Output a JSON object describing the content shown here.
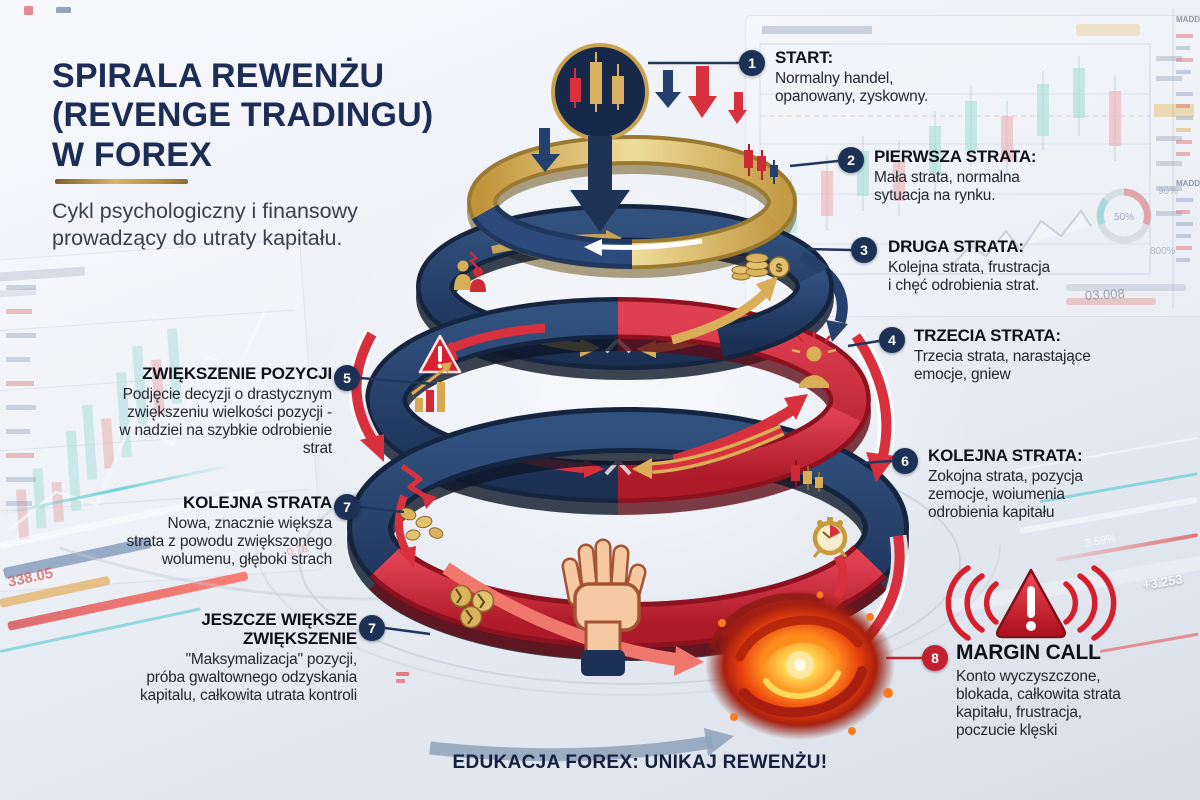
{
  "header": {
    "title": "SPIRALA REWENŻU\n(REVENGE TRADINGU)\nW FOREX",
    "subtitle": "Cykl psychologiczny i finansowy\nprowadzący do utraty kapitału."
  },
  "steps": [
    {
      "num": "1",
      "title": "START:",
      "text": "Normalny handel,\nopanowany, zyskowny."
    },
    {
      "num": "2",
      "title": "PIERWSZA STRATA:",
      "text": "Mała strata, normalna\nsytuacja na rynku."
    },
    {
      "num": "3",
      "title": "DRUGA STRATA:",
      "text": "Kolejna strata, frustracja\ni chęć odrobienia strat."
    },
    {
      "num": "4",
      "title": "TRZECIA STRATA:",
      "text": "Trzecia strata, narastające\nemocje, gniew"
    },
    {
      "num": "5",
      "title": "ZWIĘKSZENIE POZYCJI",
      "text": "Podjęcie decyzji o drastycznym\nzwiększeniu wielkości pozycji -\nw nadziei na szybkie odrobienie\nstrat"
    },
    {
      "num": "6",
      "title": "KOLEJNA STRATA:",
      "text": "Zokojna strata, pozycja\nzemocje, woiumenia\nodrobienia kapitału"
    },
    {
      "num": "7",
      "title": "KOLEJNA STRATA",
      "text": "Nowa, znacznie większa\nstrata z powodu zwiększonego\nwolumenu, głęboki strach"
    },
    {
      "num": "7",
      "title": "JESZCZE WIĘKSZE\nZWIĘKSZENIE",
      "text": "\"Maksymalizacja\" pozycji,\npróba gwaltownego odzyskania\nkapitalu, całkowita utrata kontroli"
    },
    {
      "num": "8",
      "title": "MARGIN CALL",
      "text": "Konto wyczyszczone,\nblokada, całkowita strata\nkapitału, frustracja,\npoczucie klęski"
    }
  ],
  "footer": "EDUKACJA FOREX: UNIKAJ REWENŻU!",
  "background": {
    "price_left": "338.05",
    "price_left_small": "0.78",
    "price_mid": "03.008",
    "pct_right": "3.59%",
    "price_right": "+3.253",
    "gauge_value": "50%",
    "gauge_top": "90%",
    "gauge_bottom": "800%",
    "panel_label_top": "MADD",
    "panel_label_mid": "MADD"
  },
  "glyphs": {
    "dollar": "$"
  },
  "colors": {
    "navy": "#1d3157",
    "gold": "#c9a250",
    "red": "#c52333",
    "badge_red": "#c2202f",
    "title_navy": "#1b2c55"
  },
  "icons": {
    "start": "candlestick-chart-icon",
    "ring2_left": "people-icon",
    "ring2_right": "coins-stack-icon",
    "ring3_left1": "warning-triangle-icon",
    "ring3_left2": "bar-chart-up-icon",
    "ring3_right": "person-rays-icon",
    "ring4_right1": "candlesticks-icon",
    "ring4_right2": "alarm-clock-icon",
    "ring4_left1": "zigzag-loss-icon",
    "ring4_left2": "falling-coins-icon",
    "ring4_left3": "broken-coins-icon",
    "center": "drowning-hand-icon",
    "end": "fire-vortex-icon",
    "alert": "alert-triangle-waves-icon"
  }
}
